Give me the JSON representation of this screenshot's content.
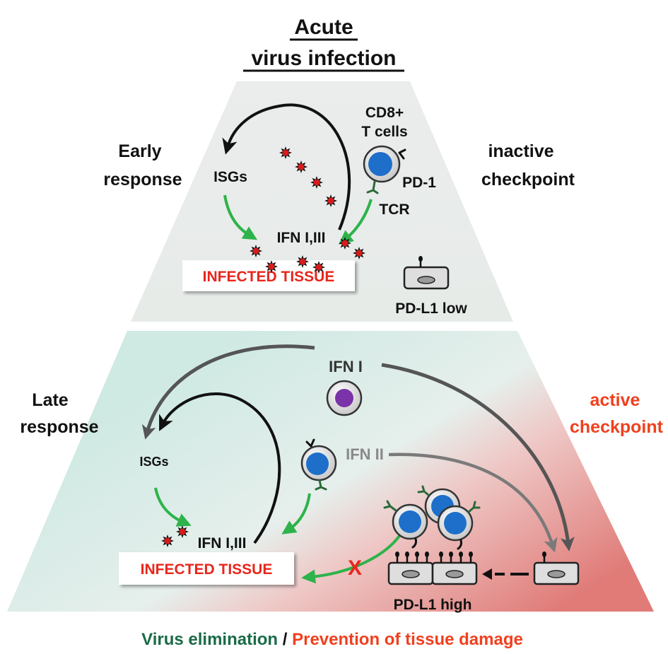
{
  "title": {
    "line1": "Acute",
    "line2": "virus infection"
  },
  "top_panel": {
    "left_label": [
      "Early",
      "response"
    ],
    "right_label": [
      "inactive",
      "checkpoint"
    ],
    "isgs": "ISGs",
    "ifn": "IFN I,III",
    "tissue": "INFECTED TISSUE",
    "cd8": [
      "CD8+",
      "T cells"
    ],
    "pd1": "PD-1",
    "tcr": "TCR",
    "pdl1": "PD-L1 low"
  },
  "bottom_panel": {
    "left_label": [
      "Late",
      "response"
    ],
    "right_label": [
      "active",
      "checkpoint"
    ],
    "ifn1": "IFN I",
    "ifn2": "IFN II",
    "isgs": "ISGs",
    "ifn": "IFN I,III",
    "tissue": "INFECTED TISSUE",
    "block_mark": "X",
    "pdl1": "PD-L1 high"
  },
  "footer": {
    "part1": "Virus elimination",
    "sep": " / ",
    "part2": "Prevention of tissue damage"
  },
  "colors": {
    "green_arrow": "#2db34a",
    "red_text": "#e8261c",
    "orange_text": "#f0401e",
    "dark_green_text": "#1a6b47",
    "cell_blue": "#1e6fc9",
    "cell_purple": "#7a33a8",
    "grey_arrow": "#6a6a6a",
    "virus_red": "#d61b1b"
  }
}
